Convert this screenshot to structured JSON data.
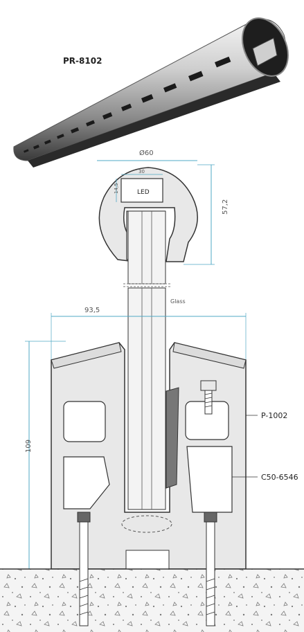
{
  "product_code": "PR-8102",
  "dimensions": {
    "rail_diameter": "Ø60",
    "led_channel_width": "30",
    "led_channel_height": "14,5",
    "rail_height": "57,2",
    "base_width": "93,5",
    "base_height": "109"
  },
  "labels": {
    "led": "LED",
    "glass": "Glass",
    "profile": "P-1002",
    "clamp": "C50-6546"
  },
  "colors": {
    "dimension_line": "#4fa8c4",
    "profile_fill": "#e8e8e8",
    "outline": "#333333",
    "rubber": "#777777",
    "concrete": "#f4f4f4"
  }
}
